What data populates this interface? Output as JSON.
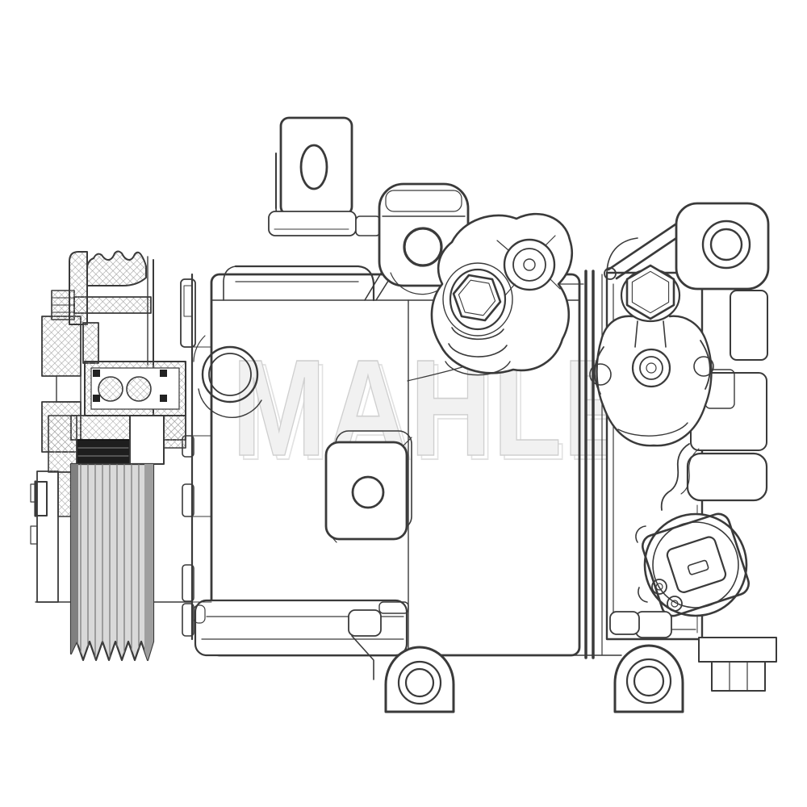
{
  "figure": {
    "kind": "technical line drawing",
    "subject": "automotive air-conditioning compressor with clutch pulley, side profile"
  },
  "watermark": {
    "text": "MAHLE",
    "fill": "#f1f1f1",
    "outline": "#cfcfcf",
    "shadow_outline": "#e2e2e2"
  },
  "palette": {
    "background": "#ffffff",
    "line": "#3a3a3a",
    "hatch": "#9a9a9a",
    "rib_fill": "#d9d9d9",
    "rib_line": "#757575",
    "rib_edge_dark": "#808080",
    "rib_edge_mid": "#9f9f9f",
    "clutch_band": "#1e1e1e"
  }
}
